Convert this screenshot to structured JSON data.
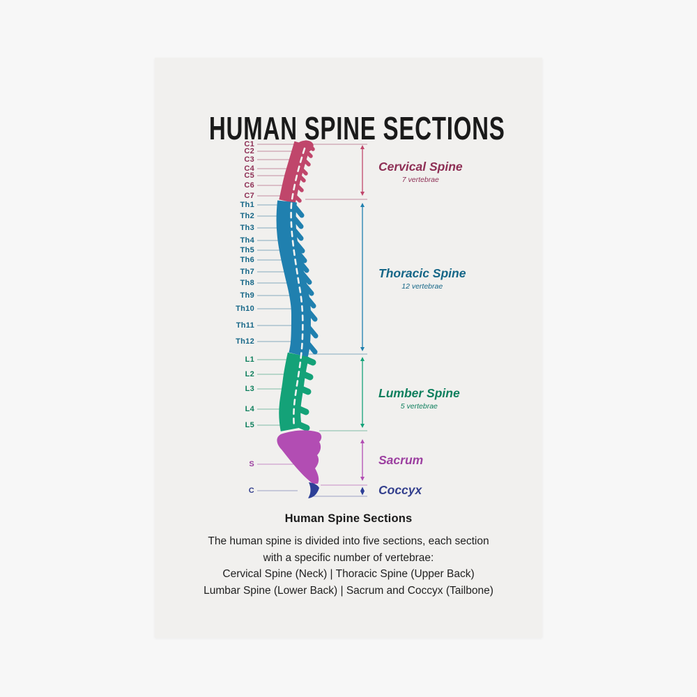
{
  "page": {
    "background_color": "#f7f7f7",
    "poster_color": "#f1f0ee",
    "title_color": "#1a1a1a",
    "body_text_color": "#212121"
  },
  "poster": {
    "title": "HUMAN SPINE SECTIONS",
    "footer": {
      "heading": "Human Spine Sections",
      "lines": [
        "The human spine is divided into five sections, each section",
        "with a specific number of vertebrae:",
        "Cervical Spine (Neck)  |  Thoracic Spine (Upper Back)",
        "Lumbar Spine (Lower Back)  |  Sacrum and Coccyx (Tailbone)"
      ]
    }
  },
  "diagram": {
    "sections": [
      {
        "id": "cervical",
        "title": "Cervical Spine",
        "subtitle": "7 vertebrae",
        "vertebrae": [
          "C1",
          "C2",
          "C3",
          "C4",
          "C5",
          "C6",
          "C7"
        ],
        "color": "#c0466b",
        "label_color": "#8e2f55",
        "line_color": "#c48ba0"
      },
      {
        "id": "thoracic",
        "title": "Thoracic Spine",
        "subtitle": "12 vertebrae",
        "vertebrae": [
          "Th1",
          "Th2",
          "Th3",
          "Th4",
          "Th5",
          "Th6",
          "Th7",
          "Th8",
          "Th9",
          "Th10",
          "Th11",
          "Th12"
        ],
        "color": "#2080af",
        "label_color": "#156687",
        "line_color": "#85aabf"
      },
      {
        "id": "lumbar",
        "title": "Lumber Spine",
        "subtitle": "5 vertebrae",
        "vertebrae": [
          "L1",
          "L2",
          "L3",
          "L4",
          "L5"
        ],
        "color": "#14a278",
        "label_color": "#0e7f5d",
        "line_color": "#7fbda6"
      },
      {
        "id": "sacrum",
        "title": "Sacrum",
        "subtitle": "",
        "vertebrae": [
          "S"
        ],
        "color": "#b24db3",
        "label_color": "#9c3fa0",
        "line_color": "#c68cc6"
      },
      {
        "id": "coccyx",
        "title": "Coccyx",
        "subtitle": "",
        "vertebrae": [
          "C"
        ],
        "color": "#2d3f97",
        "label_color": "#333f8d",
        "line_color": "#9aa0c4"
      }
    ]
  }
}
